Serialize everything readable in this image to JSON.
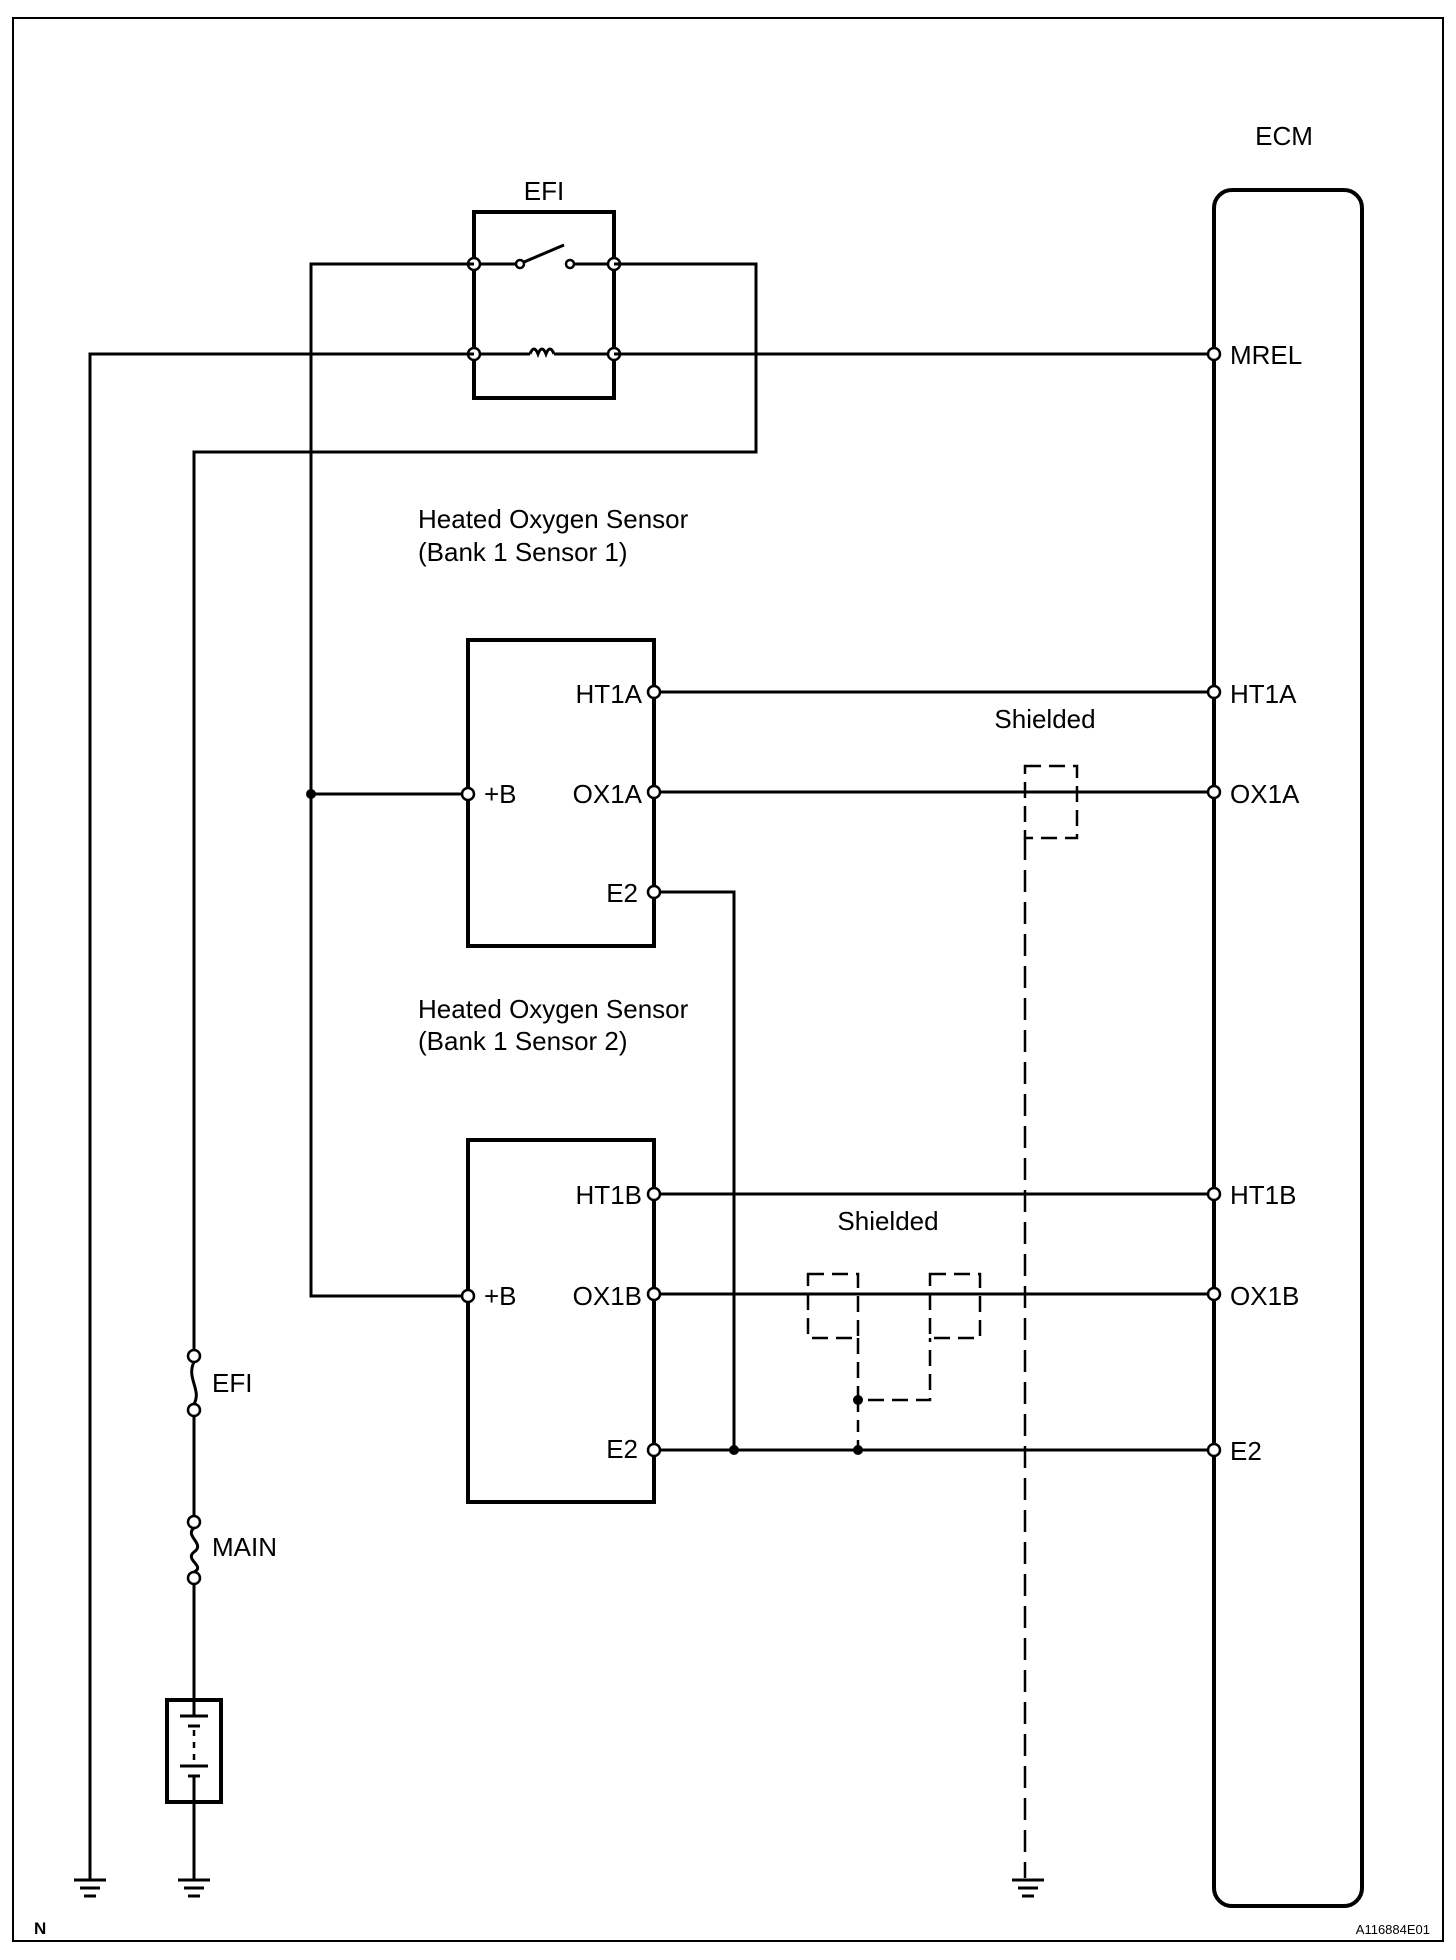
{
  "relay": {
    "label": "EFI"
  },
  "ecm": {
    "label": "ECM",
    "pins": {
      "mrel": "MREL",
      "ht1a": "HT1A",
      "ox1a": "OX1A",
      "ht1b": "HT1B",
      "ox1b": "OX1B",
      "e2": "E2"
    }
  },
  "sensor1": {
    "title_line1": "Heated Oxygen Sensor",
    "title_line2": "(Bank 1 Sensor 1)",
    "pins": {
      "b": "+B",
      "ht": "HT1A",
      "ox": "OX1A",
      "e2": "E2"
    }
  },
  "sensor2": {
    "title_line1": "Heated Oxygen Sensor",
    "title_line2": "(Bank 1 Sensor 2)",
    "pins": {
      "b": "+B",
      "ht": "HT1B",
      "ox": "OX1B",
      "e2": "E2"
    }
  },
  "shield_labels": {
    "upper": "Shielded",
    "lower": "Shielded"
  },
  "fuses": {
    "efi": "EFI",
    "main": "MAIN"
  },
  "corner": {
    "left": "N",
    "right": "A116884E01"
  }
}
